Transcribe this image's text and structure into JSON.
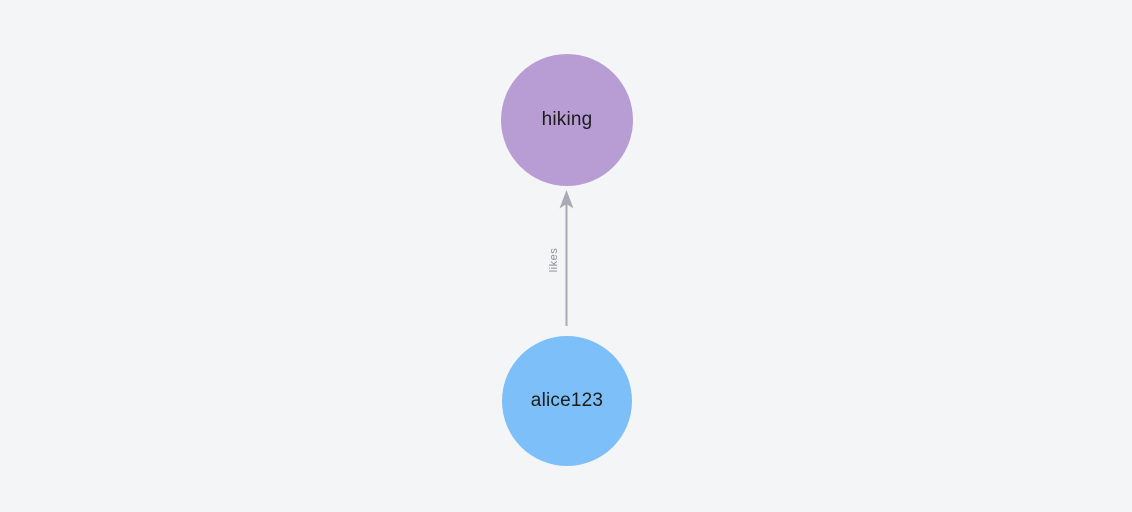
{
  "canvas": {
    "background_color": "#f4f5f6"
  },
  "graph": {
    "nodes": [
      {
        "id": "hiking",
        "label": "hiking",
        "color": "#b89dd4",
        "shape": "circle"
      },
      {
        "id": "alice123",
        "label": "alice123",
        "color": "#7dbff9",
        "shape": "circle"
      }
    ],
    "edges": [
      {
        "label": "likes",
        "from": "alice123",
        "to": "hiking",
        "direction": "up",
        "line_color": "#a8abb4",
        "label_color": "#8b8d92"
      }
    ]
  }
}
